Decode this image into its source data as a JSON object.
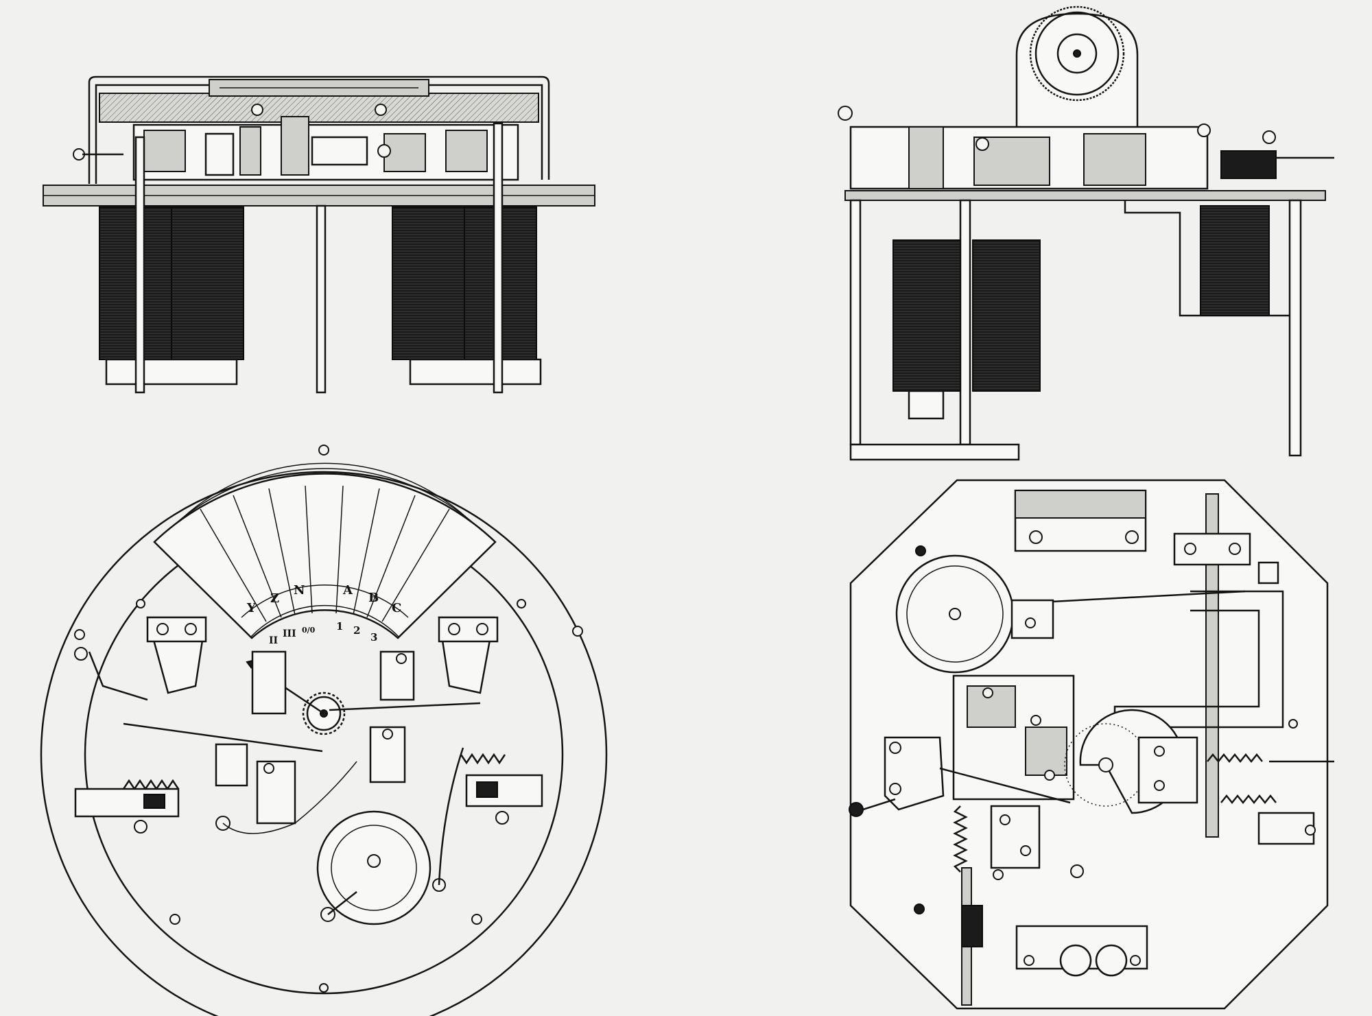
{
  "plate": {
    "colors": {
      "paper": "#f1f1ef",
      "ink": "#141414",
      "coil": "#1b1b1b"
    },
    "dial": {
      "outer_letters": [
        "Y",
        "Z",
        "N",
        "A",
        "B",
        "C"
      ],
      "inner_numerals": [
        "II",
        "III",
        "0/0",
        "1",
        "2",
        "3"
      ]
    }
  }
}
